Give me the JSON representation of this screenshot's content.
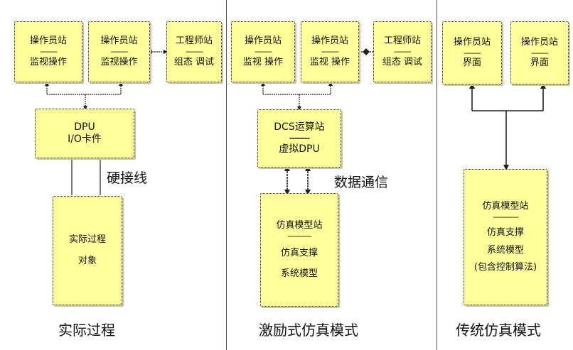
{
  "panels": [
    {
      "caption": "实际过程",
      "stations": [
        {
          "line1": "操作员站",
          "dash": "--------",
          "line2": "监视操作"
        },
        {
          "line1": "操作员站",
          "dash": "--------",
          "line2": "监视操作"
        },
        {
          "line1": "工程师站",
          "dash": "--------",
          "line2": "组态 调试"
        }
      ],
      "middle": {
        "line1": "DPU",
        "line2": "I/O卡件"
      },
      "link_label": "硬接线",
      "bottom": {
        "line1": "实际过程",
        "line2": "对象"
      }
    },
    {
      "caption": "激励式仿真模式",
      "stations": [
        {
          "line1": "操作员站",
          "dash": "--------",
          "line2": "监视 操作"
        },
        {
          "line1": "操作员站",
          "dash": "--------",
          "line2": "监视 操作"
        },
        {
          "line1": "工程师站",
          "dash": "--------",
          "line2": "组态 调试"
        }
      ],
      "middle": {
        "line1": "DCS运算站",
        "dash": "--------",
        "line2": "虚拟DPU"
      },
      "link_label": "数据通信",
      "bottom": {
        "line1": "仿真模型站",
        "dash": "-----------",
        "line2": "仿真支撑",
        "line3": "系统模型"
      }
    },
    {
      "caption": "传统仿真模式",
      "stations": [
        {
          "line1": "操作员站",
          "dash": "--------",
          "line2": "界面"
        },
        {
          "line1": "操作员站",
          "dash": "--------",
          "line2": "界面"
        }
      ],
      "bottom": {
        "line1": "仿真模型站",
        "dash": "------------",
        "line2": "仿真支撑",
        "line3": "系统模型",
        "line4": "(包含控制算法)"
      }
    }
  ]
}
